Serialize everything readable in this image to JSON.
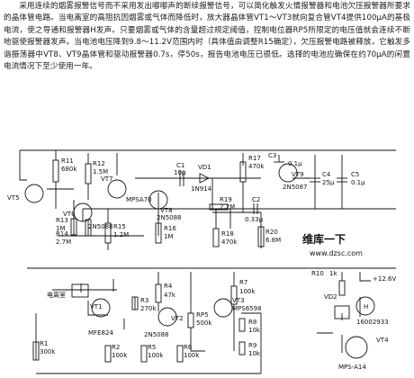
{
  "paragraph": "采用连续的烟雾报警信号而不采用发出嘟嘟声的断续报警信号，可以简化触发火情报警器和电池欠压报警器所要求的晶体管电路。当电离室的高阻抗因烟雾或气体而降低时，放大器晶体管VT1～VT3就向复合管VT4提供100μA的基极电流，使之导通和报警器H发声。只要烟雾或气体的含量超过规定阈值，控制电位器RP5所限定的电压值就会连续不断地驱使报警器发声。当电池电压降到9.8～11.2V范围内时（具体值由调整R15确定），欠压报警电路被释放，它触发多谐振荡器中VT8、VT9晶体管和驱动报警器0.7s，停50s，报告电池电压已很低。选择的电池应确保在约70μA的闲置电流情况下至少使用一年。",
  "labels": {
    "vt5": "VT5",
    "vt6": "VT6",
    "vt7": "VT7",
    "vt7_type": "MPSA70",
    "r11": "R11",
    "r11_val": "680k",
    "r12": "R12",
    "r12_val": "1.5M",
    "r13": "R13",
    "r13_val": "1M",
    "r14": "R14",
    "r14_val": "2.7M",
    "vt6_type": "2N5088",
    "r15": "R15",
    "r15_val": "1.2M",
    "c1": "C1",
    "c1_val": "10μ",
    "vd1": "VD1",
    "vd1_type": "1N914",
    "r17": "R17",
    "r17_val": "470k",
    "c3": "C3",
    "c3_val": "0.1μ",
    "vt9": "VT9",
    "vt9_type": "2N5087",
    "c4": "C4",
    "c4_val": "25μ",
    "c5": "C5",
    "c5_val": "0.1μ",
    "vt8": "VT8",
    "vt8_type": "2N5088",
    "r19": "R19",
    "r19_val": "2.2M",
    "c2": "C2",
    "c2_val": "0.33μ",
    "r16": "R16",
    "r16_val": "1M",
    "r18": "R18",
    "r18_val": "470k",
    "r20": "R20",
    "r20_val": "6.8M",
    "r4": "R4",
    "r4_val": "47k",
    "r7": "R7",
    "r7_val": "100k",
    "r10": "R10",
    "r10_val": "1k",
    "supply": "+12.6V",
    "vd2": "VD2",
    "h": "H",
    "h_type": "16002933",
    "chamber": "电离室",
    "vt1": "VT1",
    "vt1_type": "MFE824",
    "r3": "R3",
    "r3_val": "270k",
    "vt2": "VT2",
    "vt2_type": "2N5088",
    "rp5": "RP5",
    "rp5_val": "500k",
    "vt3": "VT3",
    "vt3_type": "MPS6598",
    "r8": "R8",
    "r8_val": "10k",
    "r9": "R9",
    "r9_val": "10k",
    "r1": "R1",
    "r1_val": "300k",
    "r2": "R2",
    "r2_val": "100k",
    "r5": "R5",
    "r5_val": "100k",
    "r6": "R6",
    "r6_val": "100k",
    "vt4": "VT4",
    "vt4_type": "MPS-A14"
  },
  "watermark": {
    "text": "维库一下",
    "url": "www.dzsc.com",
    "brand_color": "#e2231a"
  }
}
